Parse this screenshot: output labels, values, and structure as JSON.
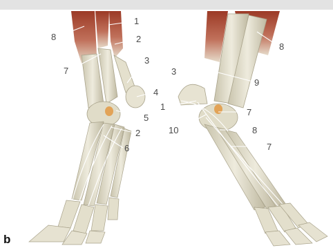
{
  "panel_label": "b",
  "left_leg": {
    "labels": [
      "1",
      "2",
      "3",
      "4",
      "5",
      "2",
      "6",
      "7",
      "8"
    ]
  },
  "right_leg": {
    "labels": [
      "8",
      "9",
      "3",
      "1",
      "7",
      "10",
      "8",
      "7"
    ]
  },
  "colors": {
    "muscle": "#a8452e",
    "tendon": "#e8e4d4",
    "bone": "#ddd9c4",
    "sesamoid": "#e2a357",
    "background": "#ffffff",
    "top_bar": "#e3e3e3"
  }
}
